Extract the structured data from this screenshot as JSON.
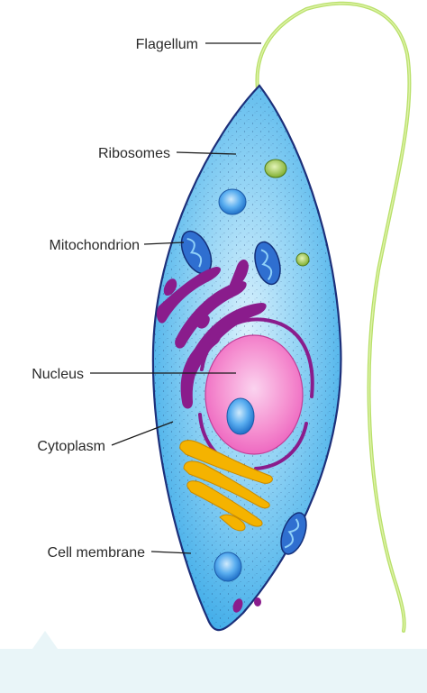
{
  "labels": {
    "flagellum": "Flagellum",
    "ribosomes": "Ribosomes",
    "mitochondrion": "Mitochondrion",
    "nucleus": "Nucleus",
    "cytoplasm": "Cytoplasm",
    "cell_membrane": "Cell membrane"
  },
  "colors": {
    "cytoplasm": "#3aaee8",
    "membrane": "#1c2f7a",
    "nucleus": "#f06ec4",
    "nucleolus": "#2f8fd8",
    "golgi": "#f5b300",
    "er": "#8a1c8c",
    "flagellum": "#b8e06a",
    "vacuole_green": "#8dbb3c",
    "panel": "#e9f5f8"
  }
}
